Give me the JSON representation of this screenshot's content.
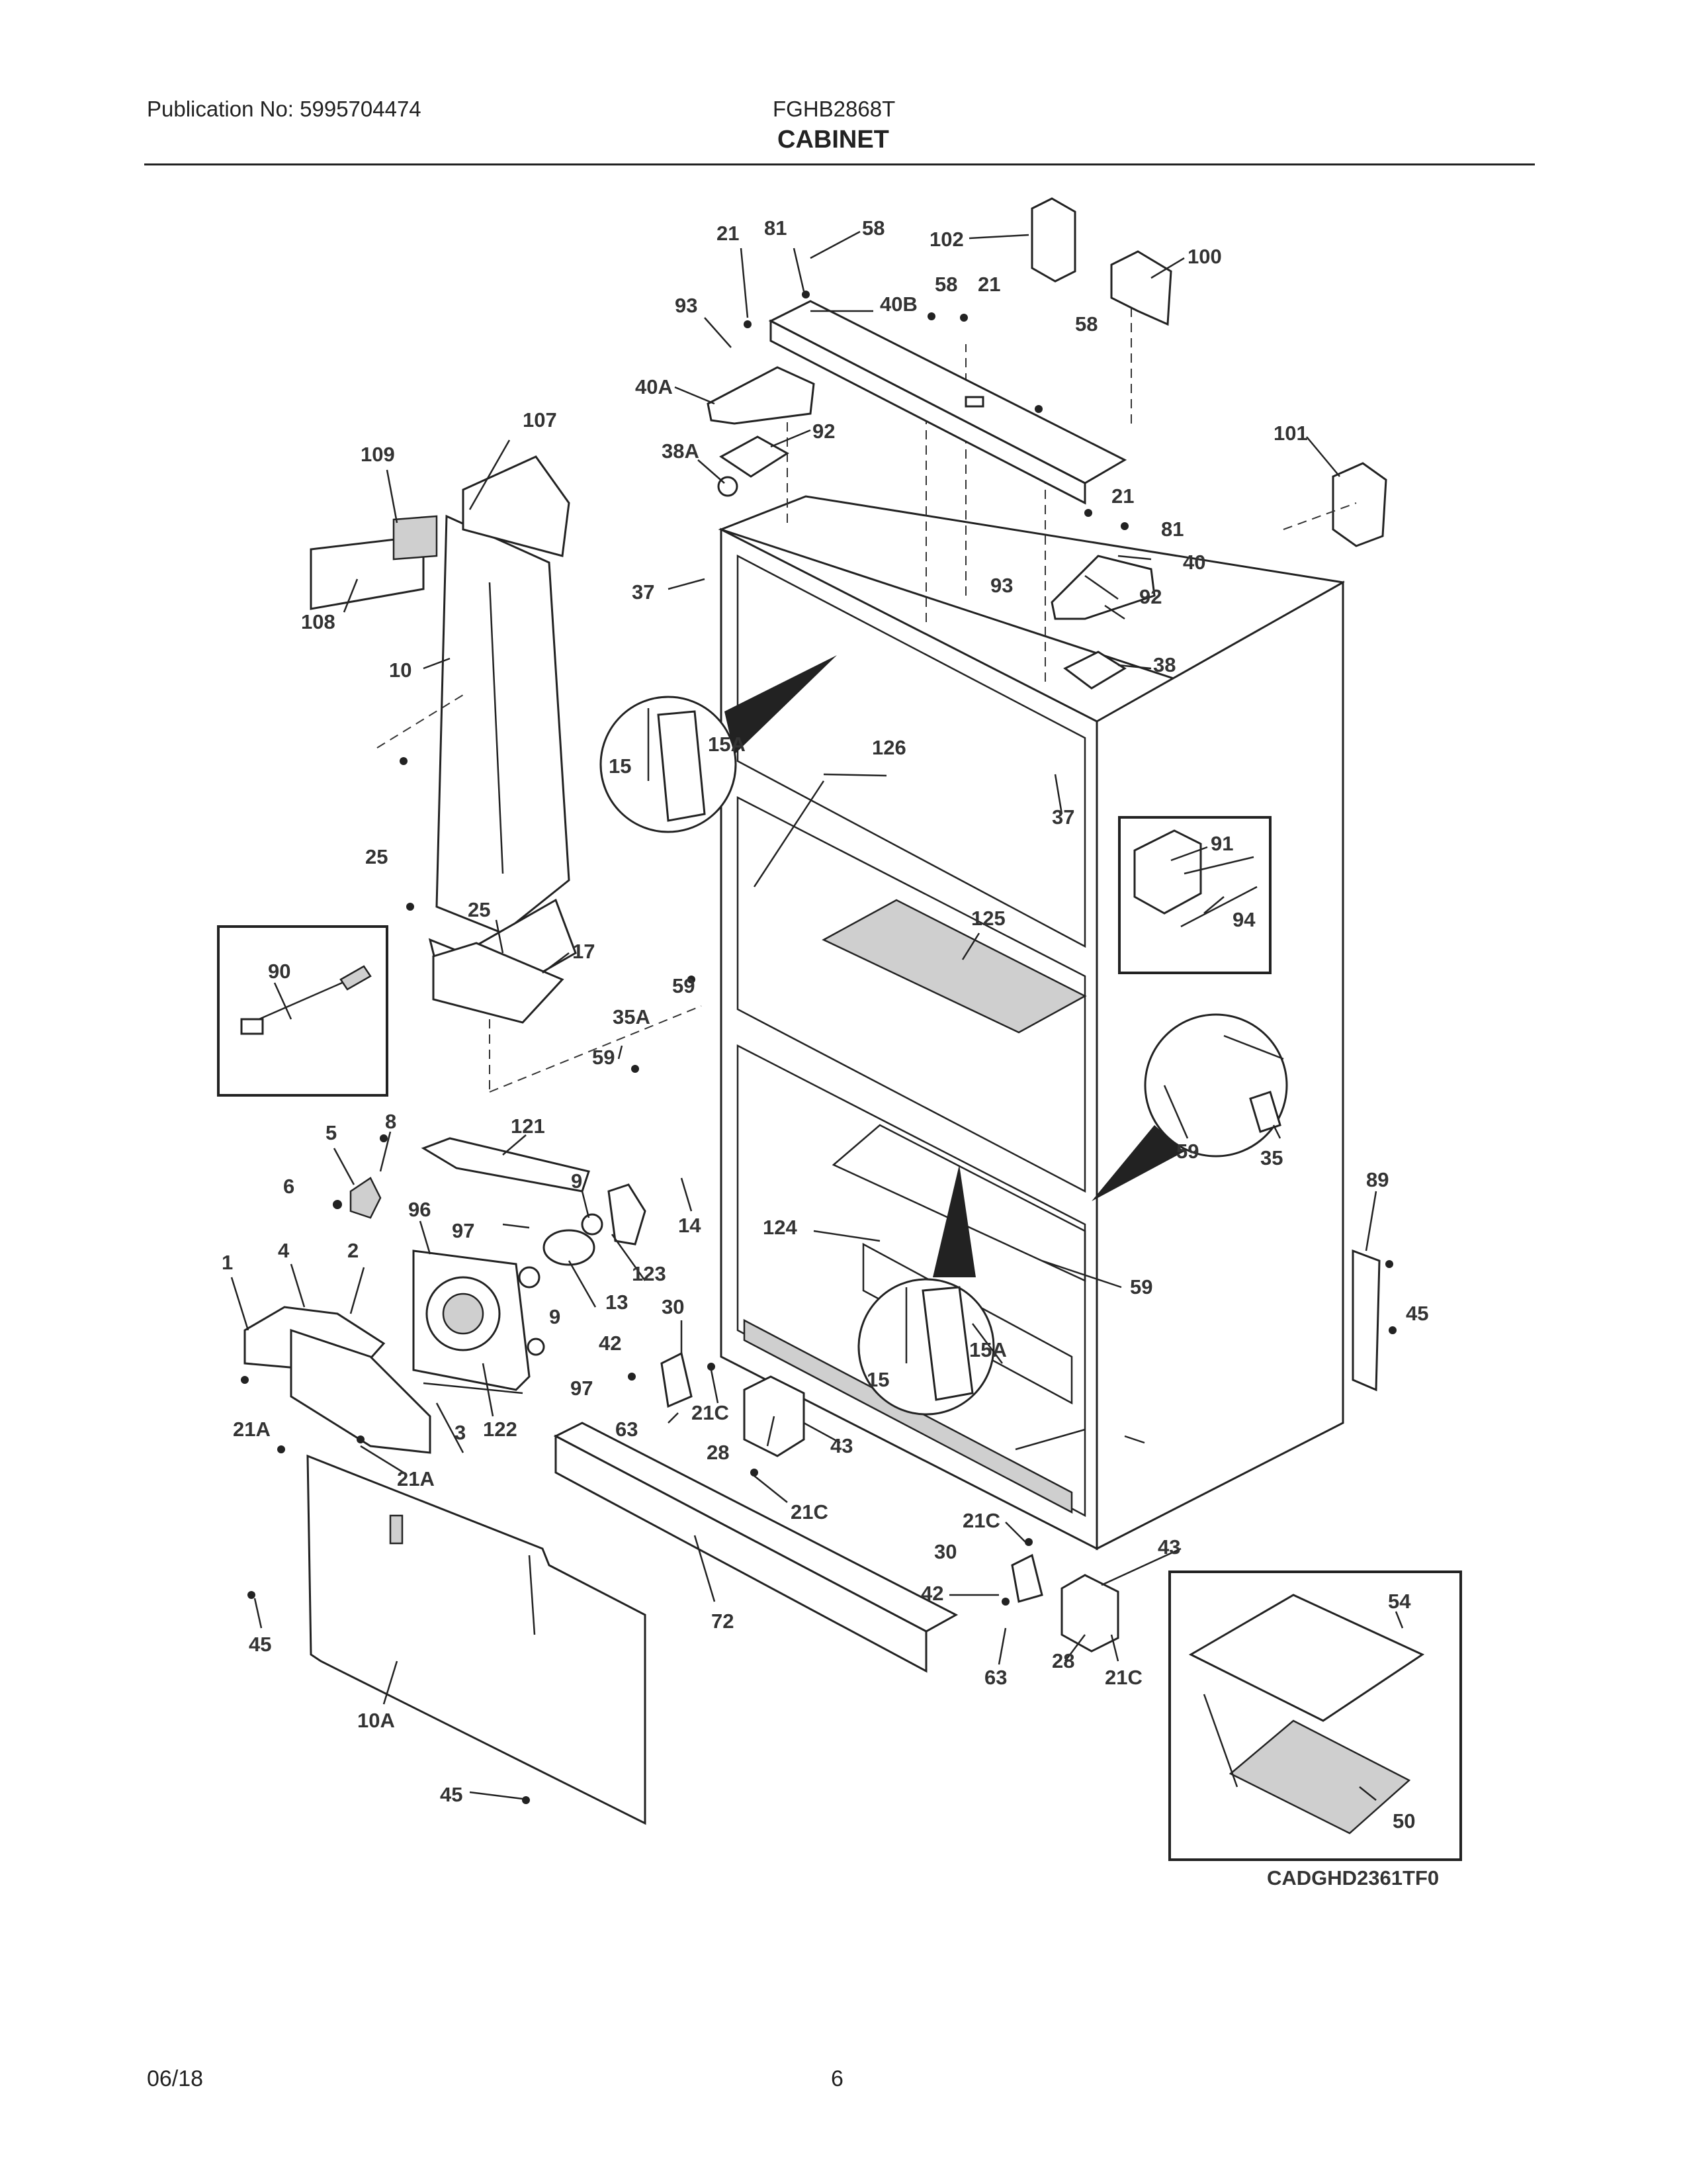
{
  "header": {
    "publication": "Publication No: 5995704474",
    "model": "FGHB2868T",
    "section_title": "CABINET"
  },
  "footer": {
    "date": "06/18",
    "page": "6"
  },
  "diagram": {
    "code": "CADGHD2361TF0",
    "labels": {
      "p21_top": "21",
      "p81_top": "81",
      "p58_top": "58",
      "p102": "102",
      "p100": "100",
      "p93_top": "93",
      "p40B": "40B",
      "p58_b": "58",
      "p21_b": "21",
      "p58_c": "58",
      "p40A": "40A",
      "p92_a": "92",
      "p38A": "38A",
      "p107": "107",
      "p109": "109",
      "p101": "101",
      "p21_c": "21",
      "p81_b": "81",
      "p40": "40",
      "p93_b": "93",
      "p92_b": "92",
      "p37_a": "37",
      "p108": "108",
      "p38": "38",
      "p10": "10",
      "p15_a": "15",
      "p15A_a": "15A",
      "p126": "126",
      "p37_b": "37",
      "p91": "91",
      "p94": "94",
      "p25_a": "25",
      "p25_b": "25",
      "p125": "125",
      "p17": "17",
      "p90": "90",
      "p59_a": "59",
      "p35A": "35A",
      "p59_b": "59",
      "p59_c": "59",
      "p35": "35",
      "p5": "5",
      "p8": "8",
      "p121": "121",
      "p6": "6",
      "p96": "96",
      "p9_a": "9",
      "p97_a": "97",
      "p14": "14",
      "p89": "89",
      "p124": "124",
      "p123": "123",
      "p1": "1",
      "p4": "4",
      "p2": "2",
      "p13": "13",
      "p9_b": "9",
      "p30_a": "30",
      "p59_d": "59",
      "p45_a": "45",
      "p42_a": "42",
      "p15_b": "15",
      "p15A_b": "15A",
      "p97_b": "97",
      "p21C_a": "21C",
      "p63_a": "63",
      "p21A_a": "21A",
      "p122": "122",
      "p3": "3",
      "p28_a": "28",
      "p43_a": "43",
      "p21A_b": "21A",
      "p21C_b": "21C",
      "p21C_c": "21C",
      "p30_b": "30",
      "p43_b": "43",
      "p42_b": "42",
      "p54": "54",
      "p72": "72",
      "p45_b": "45",
      "p63_b": "63",
      "p28_b": "28",
      "p21C_d": "21C",
      "p10A": "10A",
      "p50": "50",
      "p45_c": "45"
    }
  }
}
